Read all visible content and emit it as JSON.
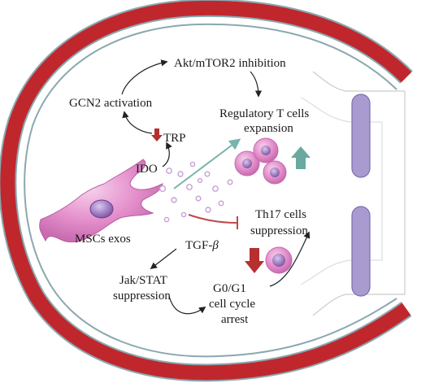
{
  "labels": {
    "akt": "Akt/mTOR2 inhibition",
    "gcn2": "GCN2 activation",
    "treg_1": "Regulatory T cells",
    "treg_2": "expansion",
    "trp": "TRP",
    "ido": "IDO",
    "th17_1": "Th17 cells",
    "th17_2": "suppression",
    "mscs": "MSCs exos",
    "tgf": "TGF-",
    "tgf_symbol": "β",
    "jak_1": "Jak/STAT",
    "jak_2": "suppression",
    "g0_1": "G0/G1",
    "g0_2": "cell cycle",
    "g0_3": "arrest"
  },
  "colors": {
    "membrane_red": "#c0272d",
    "membrane_outline": "#8aa8b0",
    "cell_fill": "#e69ad0",
    "cell_dark": "#7a4fa0",
    "vesicle": "#c9a0d6",
    "channel": "#a99bd0",
    "up_arrow": "#6aa9a0",
    "down_arrow": "#b5302f",
    "teal_line": "#78b4ab",
    "inhibit_line": "#c0474a"
  }
}
